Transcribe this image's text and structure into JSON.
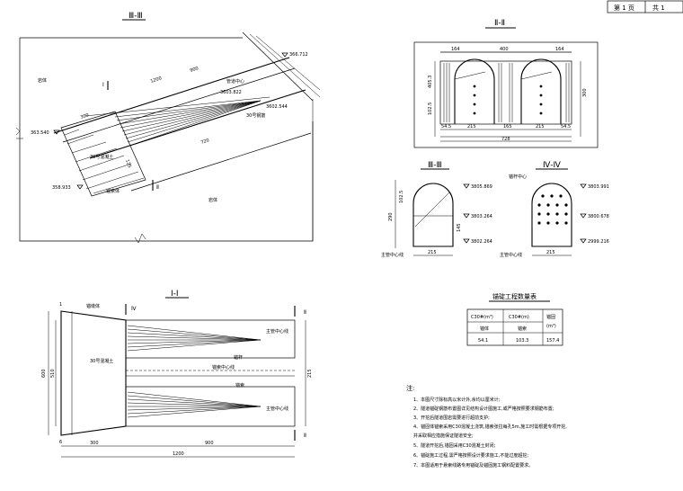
{
  "title_block": {
    "sheet_label": "第 1 页",
    "total_label": "共 1"
  },
  "view_top_left": {
    "title": "Ⅲ-Ⅲ",
    "labels": {
      "elev_top": "366.712",
      "elev_mid": "3603.822",
      "elev_right": "3602.544",
      "elev_left": "363.540",
      "elev_bottom": "358.933",
      "dim_1200": "1200",
      "dim_900": "900",
      "dim_300": "300",
      "dim_720": "720",
      "dim_125": "125",
      "tag_guan": "管道中心",
      "tag_rock_left": "岩体",
      "tag_rock_right": "岩体",
      "tag_concrete": "30号混凝土",
      "tag_anchor": "30号钢筋",
      "tag_slope": "锚索体",
      "sec_I": "Ⅰ",
      "sec_II": "Ⅱ"
    }
  },
  "view_top_right": {
    "title": "Ⅱ-Ⅱ",
    "labels": {
      "d164a": "164",
      "d400": "400",
      "d164b": "164",
      "d4053": "405.3",
      "d102": "102.5",
      "d300": "300",
      "d545a": "54.5",
      "d215a": "215",
      "d165": "165",
      "d215b": "215",
      "d545b": "54.5",
      "d728": "728"
    }
  },
  "view_III": {
    "title": "Ⅲ-Ⅲ",
    "labels": {
      "elev1": "3805.869",
      "elev2": "3803.264",
      "elev3": "3802.264",
      "d290": "290",
      "d2": "102.5",
      "d215": "215",
      "tag": "主管中心线",
      "tag_right": "145"
    }
  },
  "view_IV": {
    "title": "Ⅳ-Ⅳ",
    "labels": {
      "elev1": "3803.991",
      "elev2": "3800.678",
      "elev3": "2999.216",
      "d215": "215",
      "tag": "主管中心线",
      "tag_top": "锚杆中心"
    }
  },
  "view_bottom_left": {
    "title": "Ⅰ-Ⅰ",
    "labels": {
      "d300": "300",
      "d900": "900",
      "d1200": "1200",
      "d600": "600",
      "d510": "510",
      "d215": "215",
      "tag_top": "主管中心线",
      "tag_mid": "锚索中心线",
      "tag_bottom": "主管中心线",
      "tag_block": "30号混凝土",
      "tag_anchor_a": "锚杆",
      "tag_anchor_b": "锚索",
      "tag_front": "锚墩体",
      "sec_II_top": "Ⅱ",
      "sec_IV": "Ⅳ",
      "sec_II_bottom": "Ⅱ",
      "n1": "1",
      "n6": "6"
    }
  },
  "quantity_table": {
    "title": "锚碇工程数量表",
    "headers": [
      "C30#(m³)",
      "C30#(m)",
      "锚固"
    ],
    "header_sub": [
      "锚体",
      "锚索",
      "(m³)"
    ],
    "row": [
      "54.1",
      "103.3",
      "157.4"
    ]
  },
  "notes": {
    "heading": "注:",
    "items": [
      "1、本图尺寸除标高以米计外,余均以厘米计;",
      "2、隧道锚碇钢筋布置图详见结构设计图施工,或严格按照要求钢筋布置;",
      "3、开挖后隧道围岩需要进行超前支护;",
      "4、锚固体锚索采用C30混凝土浇筑,锚索张拉每孔5m,施工时需根据专项开挖,",
      "   并采取相应措施保证隧道安全;",
      "5、隧道开挖后,锚固采用C30混凝土封闭;",
      "6、锚碇施工过程,需严格按照设计要求施工,不能过度超挖;",
      "7、本图适用于悬索线路专用锚碇及锚固施工钢料配置要求。"
    ]
  }
}
